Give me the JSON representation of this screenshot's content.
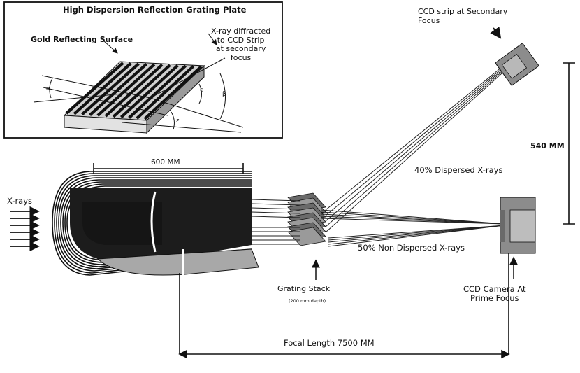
{
  "inset": {
    "title": "High Dispersion Reflection Grating Plate",
    "surface_label": "Gold Reflecting Surface",
    "diffracted_label": [
      "X-ray diffracted",
      "to CCD Strip",
      "at secondary",
      "focus"
    ],
    "angle_labels": [
      "α",
      "β",
      "ε",
      "d"
    ]
  },
  "labels": {
    "ccd_secondary": [
      "CCD strip at Secondary",
      "Focus"
    ],
    "mirror_length": "600 MM",
    "height": "540 MM",
    "dispersed": "40% Dispersed X-rays",
    "non_dispersed": "50% Non Dispersed X-rays",
    "xrays": "X-rays",
    "grating_stack": "Grating Stack",
    "grating_depth": "(200 mm depth)",
    "ccd_camera": [
      "CCD Camera At",
      "Prime Focus"
    ],
    "focal_length": "Focal Length 7500 MM"
  },
  "colors": {
    "ink": "#111111",
    "mirror_dark": "#1c1c1c",
    "mirror_light": "#a8a8a8",
    "ccd_body": "#8c8c8c",
    "ccd_face": "#bdbdbd"
  }
}
